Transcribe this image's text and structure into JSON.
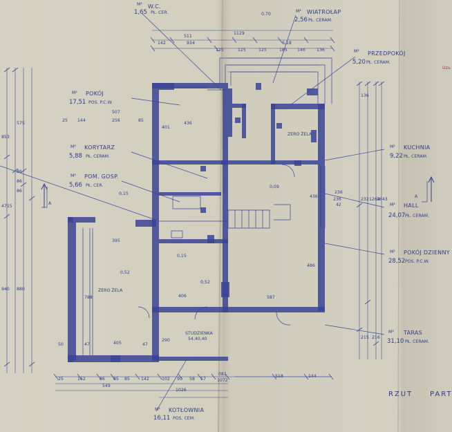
{
  "rooms": {
    "wc": {
      "area": "1,65",
      "name": "W.C.",
      "floor": "PŁ. CER."
    },
    "wiatrolap": {
      "area": "2,56",
      "name": "WIATROŁAP",
      "floor": "PŁ. CERAM."
    },
    "przedpokoj": {
      "area": "5,20",
      "name": "PRZEDPOKÓJ",
      "floor": "PŁ. CERAM."
    },
    "pokoj": {
      "area": "17,51",
      "name": "POKÓJ",
      "floor": "POS. P.C.W."
    },
    "korytarz": {
      "area": "5,88",
      "name": "KORYTARZ",
      "floor": "PŁ. CERAM."
    },
    "pomgosp": {
      "area": "5,66",
      "name": "POM. GOSP.",
      "floor": "PŁ. CER."
    },
    "kuchnia": {
      "area": "9,22",
      "name": "KUCHNIA",
      "floor": "PŁ. CERAM."
    },
    "hall": {
      "area": "24,07",
      "name": "HALL",
      "floor": "PŁ. CERAM."
    },
    "dzienny": {
      "area": "28,52",
      "name": "POKÓJ DZIENNY",
      "floor": "POS. P.C.W."
    },
    "taras": {
      "area": "31,10",
      "name": "TARAS",
      "floor": "PŁ. CERAM."
    },
    "kotlownia": {
      "area": "16,11",
      "name": "KOTŁOWNIA",
      "floor": "POS. CEM."
    }
  },
  "unit": "M²",
  "inline_labels": {
    "zero_zela_left": "ZERO ŻELA",
    "zero_zela_right": "ZERO ŻELA",
    "studzienka": "STUDZIENKA",
    "studzienka_dims": "54,40,40"
  },
  "title": {
    "rzut": "RZUT",
    "part": "PART"
  },
  "dims": {
    "top1": "0,70",
    "top2": "1129",
    "top3": "511",
    "top4": "6,18",
    "top_row": [
      "142",
      "934",
      "125",
      "125",
      "125",
      "185",
      "146",
      "136"
    ],
    "pokoj_w1": "507",
    "pokoj_w2": "256",
    "pokoj_w3": "85",
    "pokoj_w4": "25",
    "pokoj_w5": "144",
    "h1": "401",
    "h2": "436",
    "h3": "236",
    "h4": "436",
    "lvl1": "0,09",
    "lvl2": "0,15",
    "lvl3": "0,15",
    "lvl4": "0,52",
    "lvl5": "0,52",
    "mid1": "395",
    "mid2": "406",
    "mid3": "587",
    "mid4": "486",
    "mid5": "405",
    "bot_row": [
      "25",
      "162",
      "86",
      "85",
      "85",
      "142",
      "102",
      "90",
      "58",
      "57"
    ],
    "bot1": "081",
    "bot2": "1072",
    "bot3": "1026",
    "bot4": "518",
    "bot5": "144",
    "bot6": "549",
    "left_v": [
      "853",
      "575",
      "86",
      "86",
      "86",
      "4715",
      "940",
      "880"
    ],
    "right_v": [
      "136",
      "232",
      "1264",
      "1643",
      "215",
      "216",
      "236",
      "42"
    ],
    "side1": "788",
    "side2": "50",
    "side3": "47",
    "side4": "47",
    "side5": "290"
  },
  "marks": {
    "section_left": "A",
    "section_right": "A"
  },
  "corner_note": "Uzu"
}
